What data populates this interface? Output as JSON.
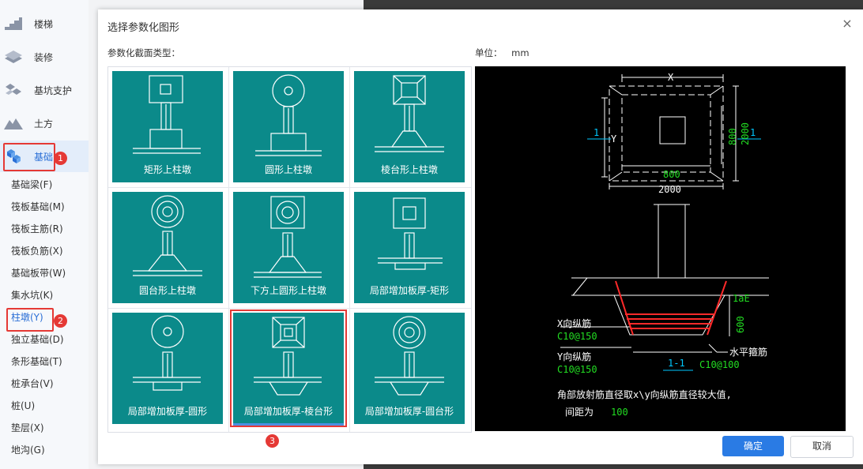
{
  "nav": {
    "categories": [
      {
        "label": "楼梯",
        "icon": "stair-icon"
      },
      {
        "label": "装修",
        "icon": "decoration-icon"
      },
      {
        "label": "基坑支护",
        "icon": "pit-support-icon"
      },
      {
        "label": "土方",
        "icon": "earthwork-icon"
      },
      {
        "label": "基础",
        "icon": "foundation-icon"
      }
    ],
    "sub_items": [
      "基础梁(F)",
      "筏板基础(M)",
      "筏板主筋(R)",
      "筏板负筋(X)",
      "基础板带(W)",
      "集水坑(K)",
      "柱墩(Y)",
      "独立基础(D)",
      "条形基础(T)",
      "桩承台(V)",
      "桩(U)",
      "垫层(X)",
      "地沟(G)"
    ],
    "badges": [
      "1",
      "2",
      "3"
    ]
  },
  "dialog": {
    "title": "选择参数化图形",
    "section_label": "参数化截面类型：",
    "unit_label": "单位：",
    "unit_value": "mm",
    "ok_label": "确定",
    "cancel_label": "取消",
    "close_glyph": "×"
  },
  "shapes": [
    {
      "label": "矩形上柱墩"
    },
    {
      "label": "圆形上柱墩"
    },
    {
      "label": "棱台形上柱墩"
    },
    {
      "label": "圆台形上柱墩"
    },
    {
      "label": "下方上圆形上柱墩"
    },
    {
      "label": "局部增加板厚-矩形"
    },
    {
      "label": "局部增加板厚-圆形"
    },
    {
      "label": "局部增加板厚-棱台形"
    },
    {
      "label": "局部增加板厚-圆台形"
    }
  ],
  "preview": {
    "dim_x": "X",
    "dim_y": "Y",
    "dim_800": "800",
    "dim_2000": "2000",
    "section_mark": "1",
    "section_title": "1-1",
    "lae": "1aE",
    "dim_600": "600",
    "x_bar_label": "X向纵筋",
    "x_bar_value": "C10@150",
    "y_bar_label": "Y向纵筋",
    "y_bar_value": "C10@150",
    "stirrup_label": "水平箍筋",
    "stirrup_value": "C10@100",
    "note_line1": "角部放射筋直径取x\\y向纵筋直径较大值,",
    "note_line2": "间距为",
    "note_value": "100"
  },
  "colors": {
    "tile": "#0b8a8a",
    "accent": "#2a7be4",
    "highlight": "#e53935",
    "preview_bg": "#000000",
    "dim_green": "#22dd22",
    "section_cyan": "#00c8ff",
    "rebar_red": "#ff2a2a"
  }
}
